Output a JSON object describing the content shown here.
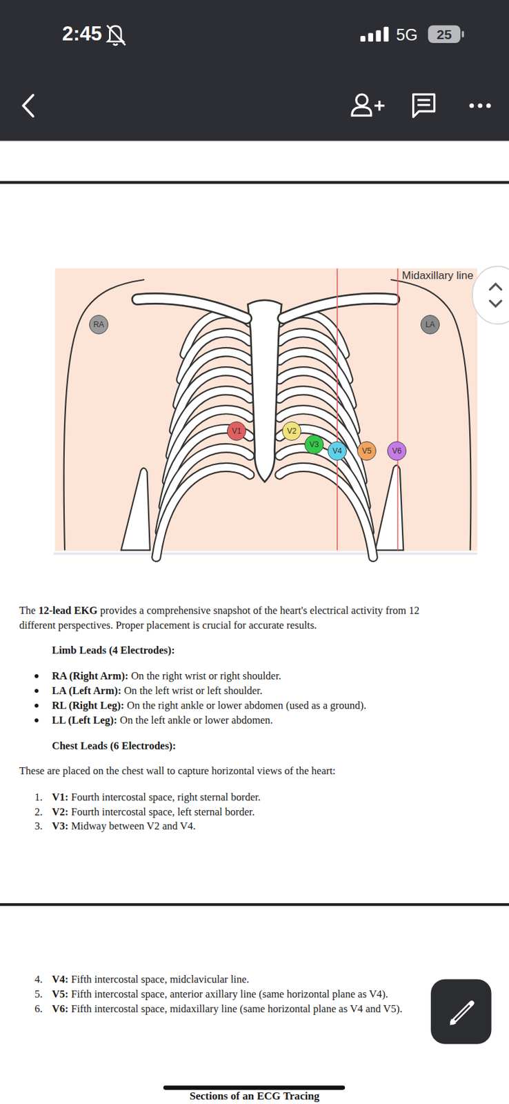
{
  "diagram": {
    "nodes": [
      {
        "text": [
          "RA"
        ]
      },
      {
        "text": [
          "LA"
        ]
      },
      {
        "text": [
          "V1"
        ]
      },
      {
        "text": [
          "V2"
        ]
      },
      {
        "text": [
          "V3"
        ]
      },
      {
        "text": [
          "V4"
        ]
      },
      {
        "text": [
          "V5"
        ]
      },
      {
        "text": [
          "V6"
        ]
      }
    ],
    "labels": [
      "2:45",
      "5G",
      "25",
      "Midaxillary line",
      "The",
      "12-lead EKG",
      "provides a comprehensive snapshot of the heart's electrical activity from 12 different perspectives. Proper placement is crucial for accurate results.",
      "Limb Leads (4 Electrodes):",
      "RA (Right Arm):",
      "On the right wrist or right shoulder.",
      "LA (Left Arm):",
      "On the left wrist or left shoulder.",
      "RL (Right Leg):",
      "On the right ankle or lower abdomen (used as a ground).",
      "LL (Left Leg):",
      "On the left ankle or lower abdomen.",
      "Chest Leads (6 Electrodes):",
      "These are placed on the chest wall to capture horizontal views of the heart:",
      "1.",
      "V1:",
      "Fourth intercostal space, right sternal border.",
      "2.",
      "V2:",
      "Fourth intercostal space, left sternal border.",
      "3.",
      "V3:",
      "Midway between V2 and V4.",
      "4.",
      "V4:",
      "Fifth intercostal space, midclavicular line.",
      "5.",
      "V5:",
      "Fifth intercostal space, anterior axillary line (same horizontal plane as V4).",
      "6.",
      "V6:",
      "Fifth intercostal space, midaxillary line (same horizontal plane as V4 and V5).",
      "Sections of an ECG Tracing"
    ]
  }
}
